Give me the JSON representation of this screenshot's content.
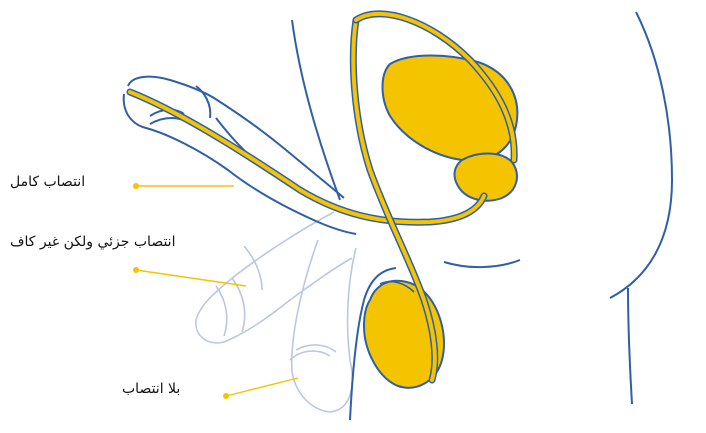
{
  "labels": {
    "full": "انتصاب كامل",
    "partial": "انتصاب جزئي ولكن غير كاف",
    "none": "بلا انتصاب"
  },
  "colors": {
    "outline": "#2f5fa6",
    "faded_outline": "#b9c8e2",
    "fill": "#f5c400",
    "leader": "#f5c400",
    "text": "#111111"
  }
}
